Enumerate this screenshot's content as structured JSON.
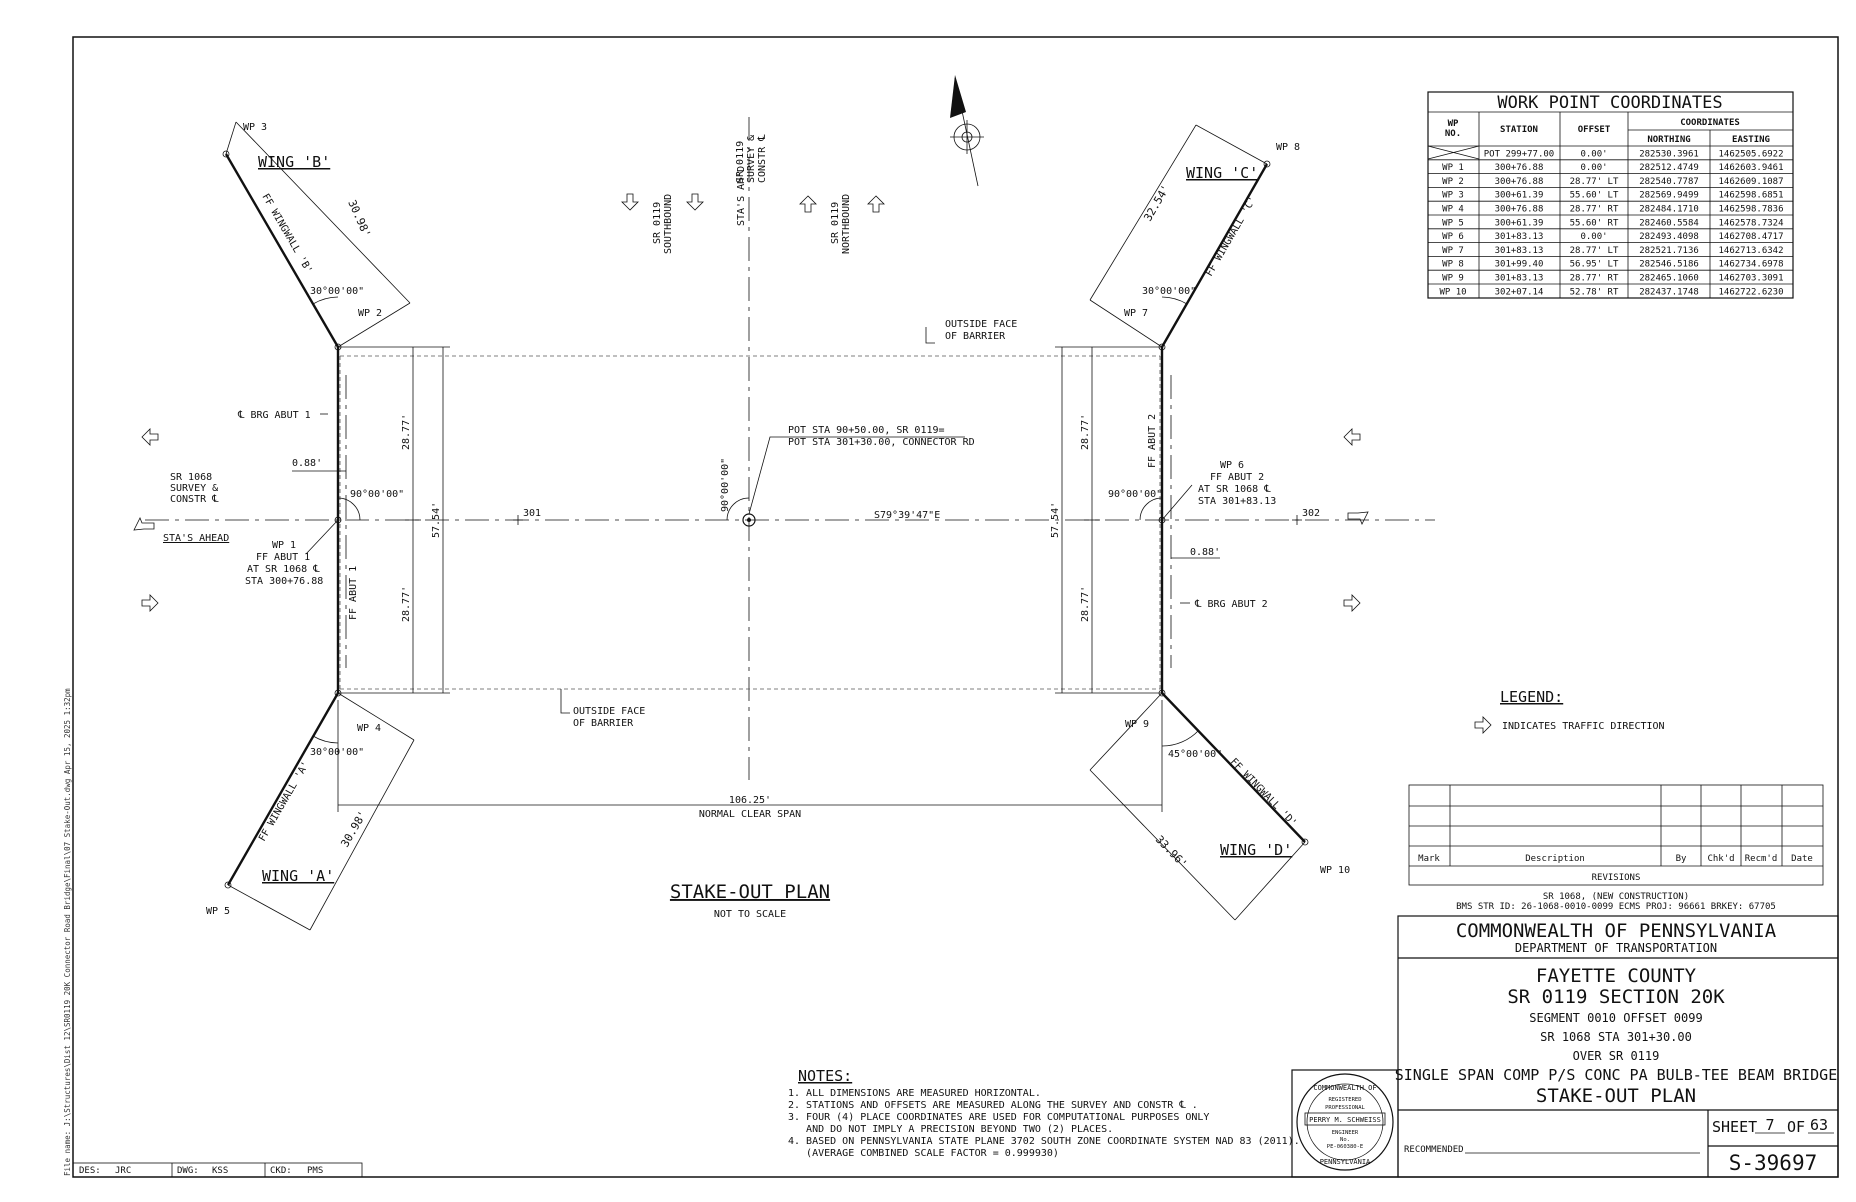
{
  "file_name_text": "File name: J:\\Structures\\Dist 12\\SR0119 20K Connector Road Bridge\\Final\\07 Stake-Out.dwg  Apr 15, 2025 1:32pm",
  "plan": {
    "title": "STAKE-OUT PLAN",
    "subtitle": "NOT TO SCALE",
    "wings": {
      "b": "WING 'B'",
      "c": "WING 'C'",
      "a": "WING 'A'",
      "d": "WING 'D'"
    },
    "wingwalls": {
      "b": "FF WINGWALL 'B'",
      "c": "FF WINGWALL 'C'",
      "a": "FF WINGWALL 'A'",
      "d": "FF WINGWALL 'D'"
    },
    "wp_labels": [
      "WP 1",
      "WP 2",
      "WP 3",
      "WP 4",
      "WP 5",
      "WP 6",
      "WP 7",
      "WP 8",
      "WP 9",
      "WP 10"
    ],
    "dims": {
      "wing_b_len": "30.98'",
      "wing_c_len": "32.54'",
      "wing_a_len": "30.98'",
      "wing_d_len": "33.96'",
      "angle_b": "30°00'00\"",
      "angle_c": "30°00'00\"",
      "angle_a": "30°00'00\"",
      "angle_d": "45°00'00\"",
      "angle_wp1": "90°00'00\"",
      "angle_wp6": "90°00'00\"",
      "angle_center": "90°00'00\"",
      "half_width_tl": "28.77'",
      "half_width_bl": "28.77'",
      "half_width_tr": "28.77'",
      "half_width_br": "28.77'",
      "total_width_l": "57.54'",
      "total_width_r": "57.54'",
      "offset_l": "0.88'",
      "offset_r": "0.88'",
      "span": "106.25'",
      "span_label": "NORMAL CLEAR SPAN",
      "bearing": "S79°39'47\"E"
    },
    "labels": {
      "brg_abut_1": "℄ BRG ABUT 1",
      "brg_abut_2": "℄ BRG ABUT 2",
      "ff_abut_1": "FF ABUT 1",
      "ff_abut_2": "FF ABUT 2",
      "sr1068_survey": [
        "SR 1068",
        "SURVEY &",
        "CONSTR ℄"
      ],
      "stas_ahead": "STA'S AHEAD",
      "wp1_note": [
        "WP 1",
        "FF ABUT 1",
        "AT SR 1068 ℄",
        "STA 300+76.88"
      ],
      "wp6_note": [
        "WP 6",
        "FF ABUT 2",
        "AT SR 1068 ℄",
        "STA 301+83.13"
      ],
      "outside_face_top": [
        "OUTSIDE FACE",
        "OF BARRIER"
      ],
      "outside_face_bot": [
        "OUTSIDE FACE",
        "OF BARRIER"
      ],
      "pot_note": [
        "POT STA 90+50.00, SR 0119=",
        "POT STA 301+30.00, CONNECTOR RD"
      ],
      "sta_301": "301",
      "sta_302": "302",
      "sr0119_sb": [
        "SR 0119",
        "SOUTHBOUND"
      ],
      "sr0119_nb": [
        "SR 0119",
        "NORTHBOUND"
      ],
      "sr0119_survey": [
        "SR 0119",
        "SURVEY &",
        "CONSTR ℄"
      ],
      "stas_ahd": "STA'S AH'D"
    }
  },
  "wp_table": {
    "title": "WORK POINT COORDINATES",
    "headers": {
      "wp": [
        "WP",
        "NO."
      ],
      "station": "STATION",
      "offset": "OFFSET",
      "coordinates": "COORDINATES",
      "northing": "NORTHING",
      "easting": "EASTING"
    },
    "rows": [
      {
        "wp": "",
        "station": "POT 299+77.00",
        "offset": "0.00'",
        "northing": "282530.3961",
        "easting": "1462505.6922"
      },
      {
        "wp": "WP 1",
        "station": "300+76.88",
        "offset": "0.00'",
        "northing": "282512.4749",
        "easting": "1462603.9461"
      },
      {
        "wp": "WP 2",
        "station": "300+76.88",
        "offset": "28.77' LT",
        "northing": "282540.7787",
        "easting": "1462609.1087"
      },
      {
        "wp": "WP 3",
        "station": "300+61.39",
        "offset": "55.60' LT",
        "northing": "282569.9499",
        "easting": "1462598.6851"
      },
      {
        "wp": "WP 4",
        "station": "300+76.88",
        "offset": "28.77' RT",
        "northing": "282484.1710",
        "easting": "1462598.7836"
      },
      {
        "wp": "WP 5",
        "station": "300+61.39",
        "offset": "55.60' RT",
        "northing": "282460.5584",
        "easting": "1462578.7324"
      },
      {
        "wp": "WP 6",
        "station": "301+83.13",
        "offset": "0.00'",
        "northing": "282493.4098",
        "easting": "1462708.4717"
      },
      {
        "wp": "WP 7",
        "station": "301+83.13",
        "offset": "28.77' LT",
        "northing": "282521.7136",
        "easting": "1462713.6342"
      },
      {
        "wp": "WP 8",
        "station": "301+99.40",
        "offset": "56.95' LT",
        "northing": "282546.5186",
        "easting": "1462734.6978"
      },
      {
        "wp": "WP 9",
        "station": "301+83.13",
        "offset": "28.77' RT",
        "northing": "282465.1060",
        "easting": "1462703.3091"
      },
      {
        "wp": "WP 10",
        "station": "302+07.14",
        "offset": "52.78' RT",
        "northing": "282437.1748",
        "easting": "1462722.6230"
      }
    ]
  },
  "legend": {
    "title": "LEGEND:",
    "item": "INDICATES TRAFFIC DIRECTION"
  },
  "revisions": {
    "headers": [
      "Mark",
      "Description",
      "By",
      "Chk'd",
      "Recm'd",
      "Date"
    ],
    "caption": "REVISIONS"
  },
  "project_info": [
    "SR 1068, (NEW CONSTRUCTION)",
    "BMS STR ID: 26-1068-0010-0099   ECMS PROJ: 96661 BRKEY: 67705"
  ],
  "title_block": {
    "org": "COMMONWEALTH OF PENNSYLVANIA",
    "dept": "DEPARTMENT OF TRANSPORTATION",
    "county": "FAYETTE COUNTY",
    "section": "SR 0119 SECTION 20K",
    "segment": "SEGMENT 0010 OFFSET 0099",
    "station": "SR 1068  STA 301+30.00",
    "over": "OVER SR 0119",
    "bridge": "SINGLE SPAN COMP P/S CONC PA BULB-TEE BEAM BRIDGE",
    "sheet_title": "STAKE-OUT PLAN",
    "recommended": "RECOMMENDED",
    "sheet_label": "SHEET",
    "sheet_no": "7",
    "of_label": "OF",
    "sheet_total": "63",
    "drawing_no": "S-39697"
  },
  "seal": {
    "top": "COMMONWEALTH OF",
    "bottom": "PENNSYLVANIA",
    "registered": "REGISTERED",
    "professional": "PROFESSIONAL",
    "name": "PERRY M. SCHWEISS",
    "engineer": "ENGINEER",
    "no": "No.",
    "num": "PE-060380-E"
  },
  "notes": {
    "title": "NOTES:",
    "items": [
      "1. ALL DIMENSIONS ARE MEASURED HORIZONTAL.",
      "2. STATIONS AND OFFSETS ARE MEASURED ALONG THE SURVEY AND CONSTR ℄ .",
      "3. FOUR (4) PLACE COORDINATES ARE USED FOR COMPUTATIONAL PURPOSES ONLY",
      "   AND DO NOT IMPLY A PRECISION BEYOND TWO (2) PLACES.",
      "4. BASED ON PENNSYLVANIA STATE PLANE 3702 SOUTH ZONE COORDINATE SYSTEM NAD 83 (2011).",
      "   (AVERAGE COMBINED SCALE FACTOR = 0.999930)"
    ]
  },
  "signoff": {
    "des_label": "DES:",
    "des": "JRC",
    "dwg_label": "DWG:",
    "dwg": "KSS",
    "ckd_label": "CKD:",
    "ckd": "PMS"
  }
}
